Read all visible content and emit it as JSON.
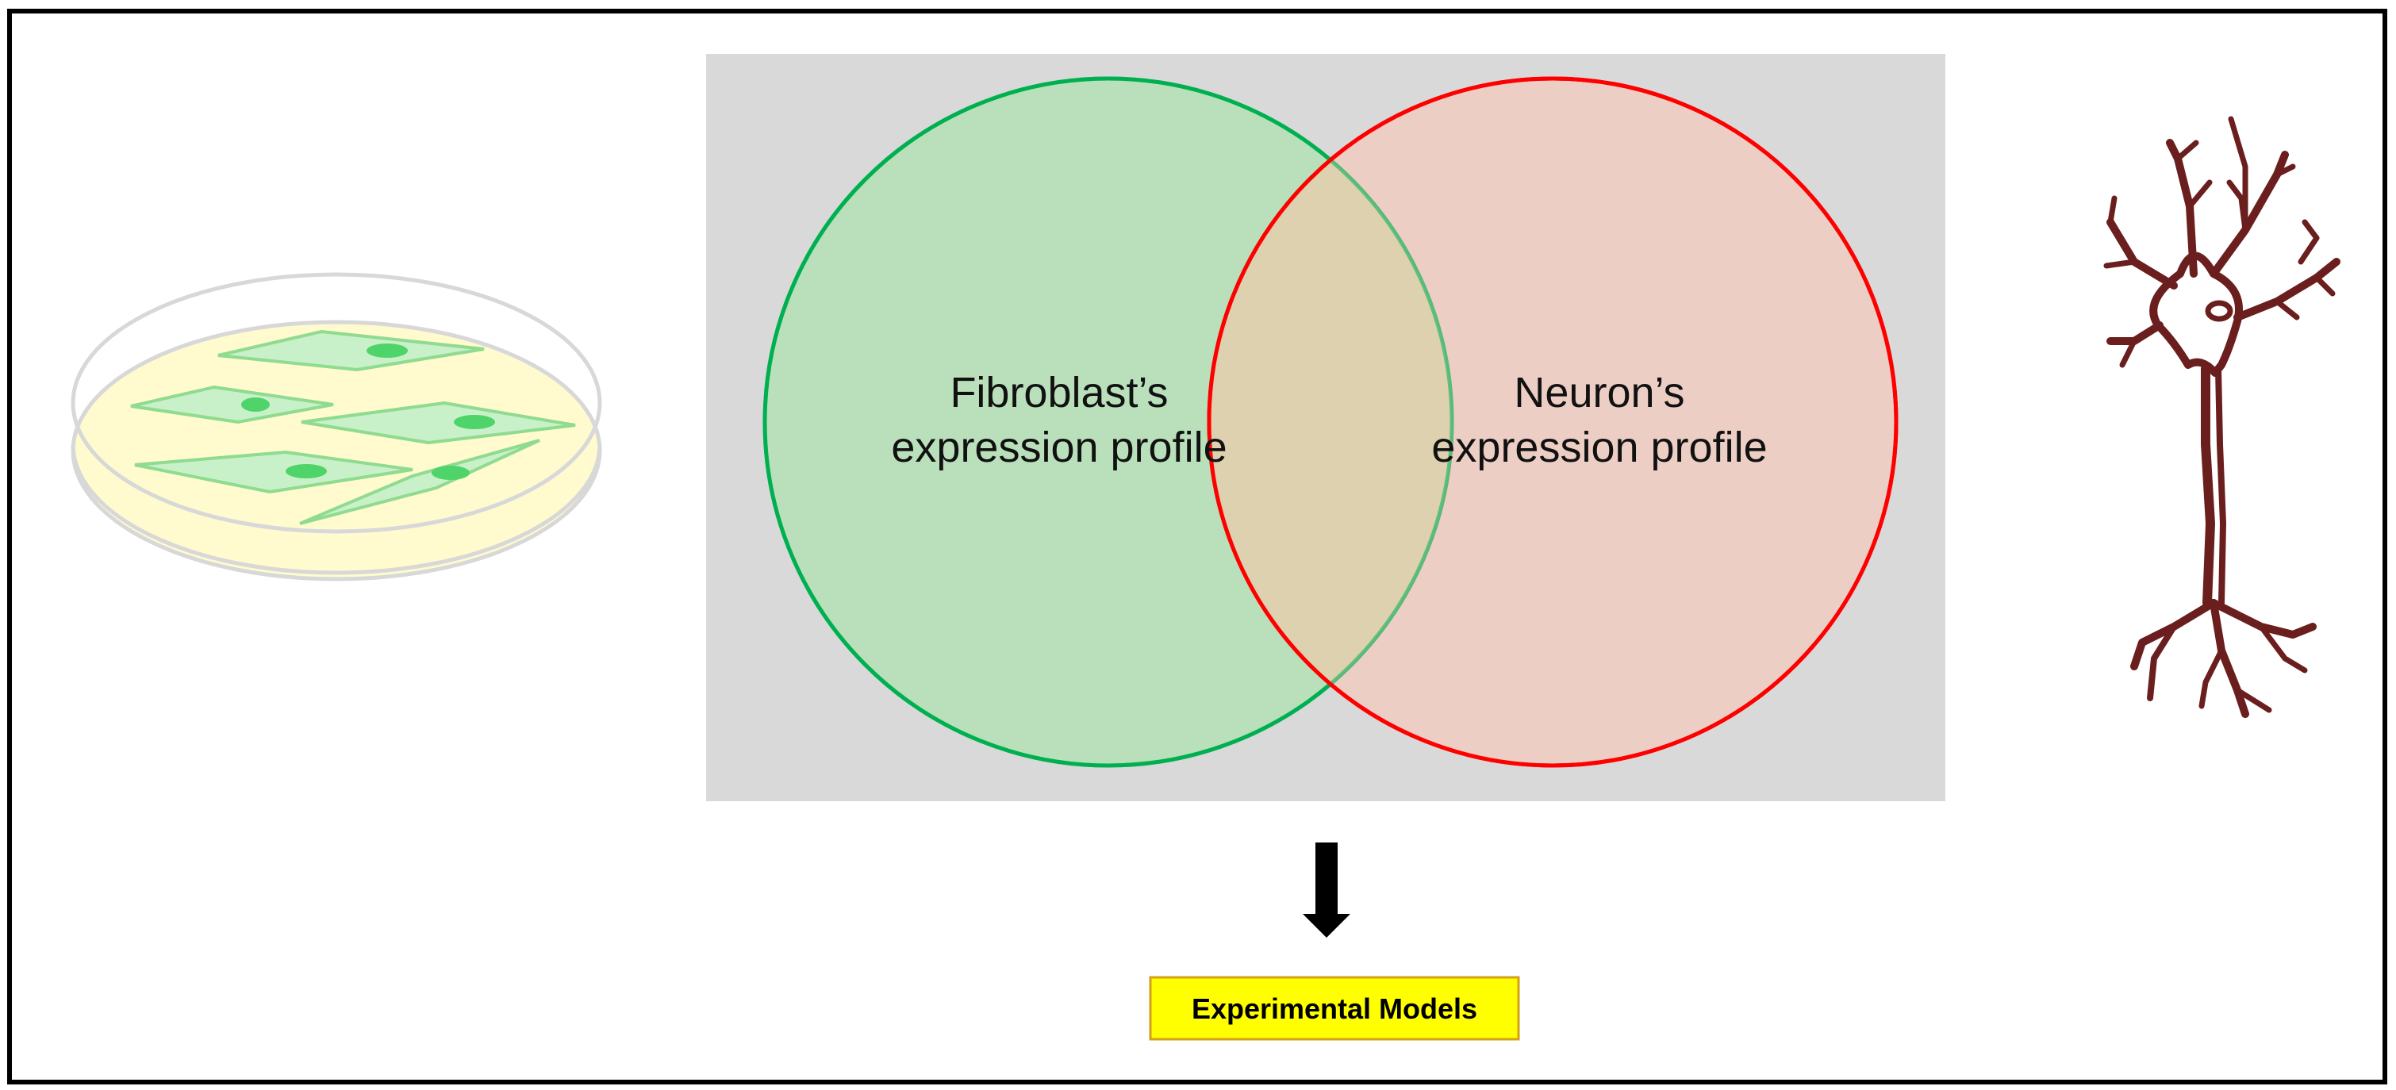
{
  "venn": {
    "left_line1": "Fibroblast’s",
    "left_line2": "expression profile",
    "right_line1": "Neuron’s",
    "right_line2": "expression profile"
  },
  "output": {
    "label": "Experimental Models"
  },
  "colors": {
    "panel_bg": "#d9d9d9",
    "left_fill": "#b9e0bb",
    "left_stroke": "#00b050",
    "right_fill": "#f1cbbf",
    "right_stroke": "#ff0000",
    "label_box": "#ffff00",
    "label_border": "#d4a017",
    "neuron": "#6b1e1e",
    "dish_fill": "#fffbcf",
    "cell_fill": "#c9f1c9",
    "nucleus": "#4fd46a"
  },
  "icons": {
    "left": "petri-dish-fibroblasts-icon",
    "right": "neuron-icon",
    "arrow": "down-arrow-icon"
  }
}
